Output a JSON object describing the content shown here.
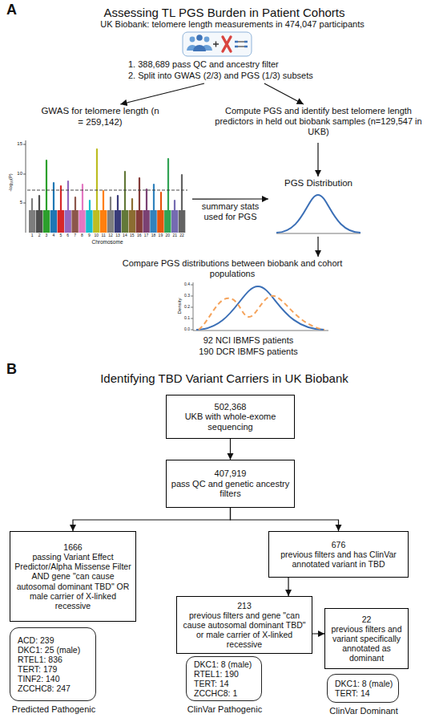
{
  "diagram": {
    "nodes": [
      {
        "text": [
          "UK Biobank: telomere length measurements in 474,047 participants",
          "1. 388,689 pass QC and ancestry filter",
          "2. Split into GWAS (2/3) and PGS (1/3) subsets"
        ]
      },
      {
        "text": [
          "GWAS for telomere length (n = 259,142)"
        ]
      },
      {
        "text": [
          "Compute PGS and identify best telomere length predictors in held out biobank samples (n=129,547 in UKB)"
        ]
      },
      {
        "text": [
          "PGS Distribution"
        ]
      },
      {
        "text": [
          "Compare PGS distributions between biobank and cohort populations",
          "92 NCI IBMFS patients",
          "190 DCR IBMFS patients"
        ]
      },
      {
        "text": [
          "502,368",
          "UKB with whole-exome sequencing"
        ]
      },
      {
        "text": [
          "407,919",
          "pass QC and genetic ancestry filters"
        ]
      },
      {
        "text": [
          "1666",
          "passing Variant Effect Predictor/Alpha Missense Filter AND gene \"can cause autosomal dominant TBD\" OR male carrier of X-linked recessive"
        ]
      },
      {
        "text": [
          "676",
          "previous filters and has ClinVar annotated variant in TBD"
        ]
      },
      {
        "text": [
          "213",
          "previous filters and gene \"can cause autosomal dominant TBD\" or male carrier of X-linked recessive"
        ]
      },
      {
        "text": [
          "22",
          "previous filters and variant specifically annotated as dominant"
        ]
      },
      {
        "text": [
          "ACD: 239",
          "DKC1: 25 (male)",
          "RTEL1: 836",
          "TERT: 179",
          "TINF2: 140",
          "ZCCHC8: 247",
          "Predicted Pathogenic"
        ]
      },
      {
        "text": [
          "DKC1: 8 (male)",
          "RTEL1: 190",
          "TERT: 14",
          "ZCCHC8: 1",
          "ClinVar Pathogenic"
        ]
      },
      {
        "text": [
          "DKC1: 8 (male)",
          "TERT: 14",
          "ClinVar Dominant"
        ]
      }
    ],
    "edges": [
      {
        "from": 0,
        "to": 1,
        "arrow": "to"
      },
      {
        "from": 0,
        "to": 2,
        "arrow": "to"
      },
      {
        "from": 1,
        "to": 3,
        "label": "summary stats used for PGS",
        "arrow": "to"
      },
      {
        "from": 2,
        "to": 3,
        "arrow": "to"
      },
      {
        "from": 3,
        "to": 4,
        "arrow": "to"
      },
      {
        "from": 5,
        "to": 6,
        "arrow": "to"
      },
      {
        "from": 6,
        "to": 7,
        "arrow": "to"
      },
      {
        "from": 6,
        "to": 8,
        "arrow": "to"
      },
      {
        "from": 8,
        "to": 9,
        "arrow": "to"
      },
      {
        "from": 9,
        "to": 10,
        "arrow": "to"
      }
    ],
    "labels": [
      "A",
      "Assessing TL PGS Burden in Patient Cohorts",
      "-log₁₀(P)",
      "15",
      "10",
      "5",
      "1",
      "2",
      "3",
      "4",
      "5",
      "6",
      "7",
      "8",
      "9",
      "10",
      "11",
      "12",
      "13",
      "14",
      "15",
      "16",
      "17",
      "18",
      "19",
      "20",
      "21",
      "22",
      "Chromosome",
      "Density",
      "0.4",
      "0.3",
      "0.2",
      "0.1",
      "0.0",
      "B",
      "Identifying TBD Variant Carriers in UK Biobank"
    ]
  }
}
